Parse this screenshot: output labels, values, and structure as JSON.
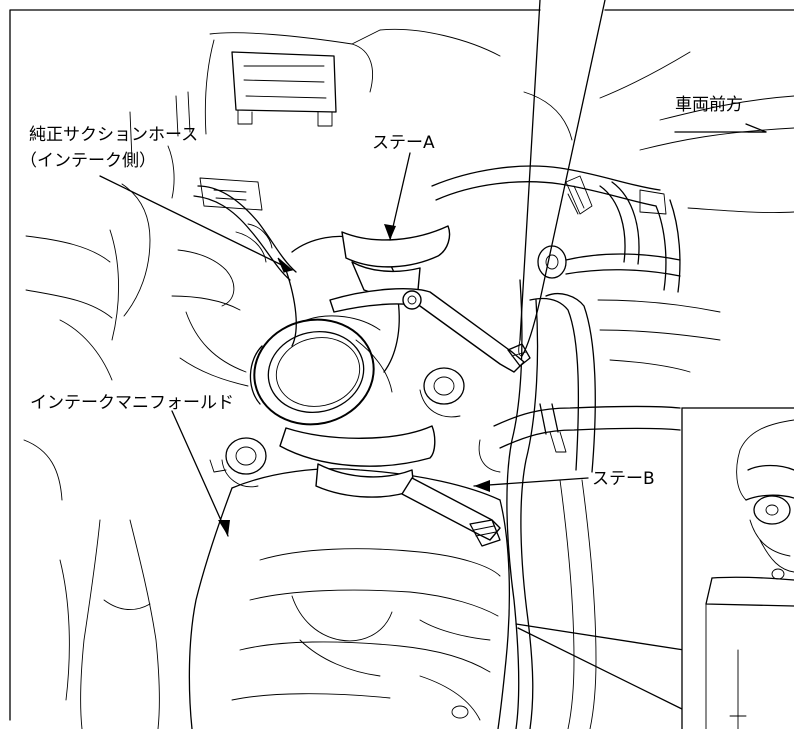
{
  "labels": {
    "forward": "車両前方",
    "hose_line1": "純正サクションホース",
    "hose_line2": "（インテーク側）",
    "stay_a": "ステーA",
    "stay_b": "ステーB",
    "manifold": "インテークマニフォールド"
  },
  "colors": {
    "ink": "#000000",
    "paper": "#ffffff"
  }
}
